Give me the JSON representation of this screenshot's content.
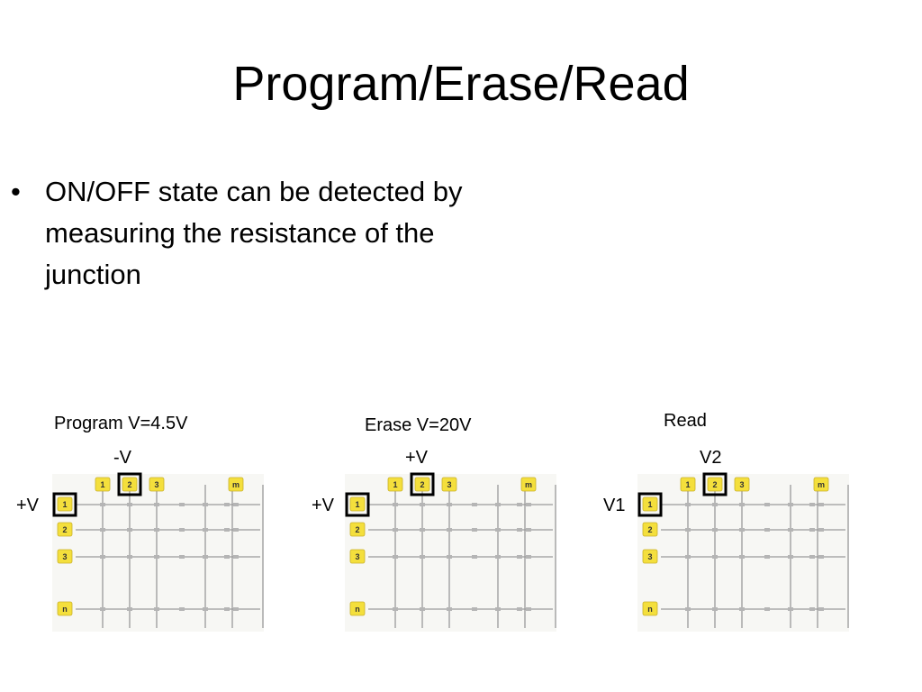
{
  "slide": {
    "title": "Program/Erase/Read",
    "bullets": [
      "ON/OFF state can be detected by measuring the resistance of the junction"
    ]
  },
  "colors": {
    "tag_fill": "#f4df3c",
    "tag_stroke": "#c9b12a",
    "grid_line": "#9a9a9a",
    "grid_background": "#f7f7f4",
    "highlight_box": "#000000"
  },
  "grid": {
    "column_labels": [
      "1",
      "2",
      "3",
      "m"
    ],
    "row_labels": [
      "1",
      "2",
      "3",
      "n"
    ]
  },
  "panels": [
    {
      "caption": "Program V=4.5V",
      "column_voltage": "-V",
      "row_voltage": "+V"
    },
    {
      "caption": "Erase V=20V",
      "column_voltage": "+V",
      "row_voltage": "+V"
    },
    {
      "caption": "Read",
      "column_voltage": "V2",
      "row_voltage": "V1"
    }
  ]
}
